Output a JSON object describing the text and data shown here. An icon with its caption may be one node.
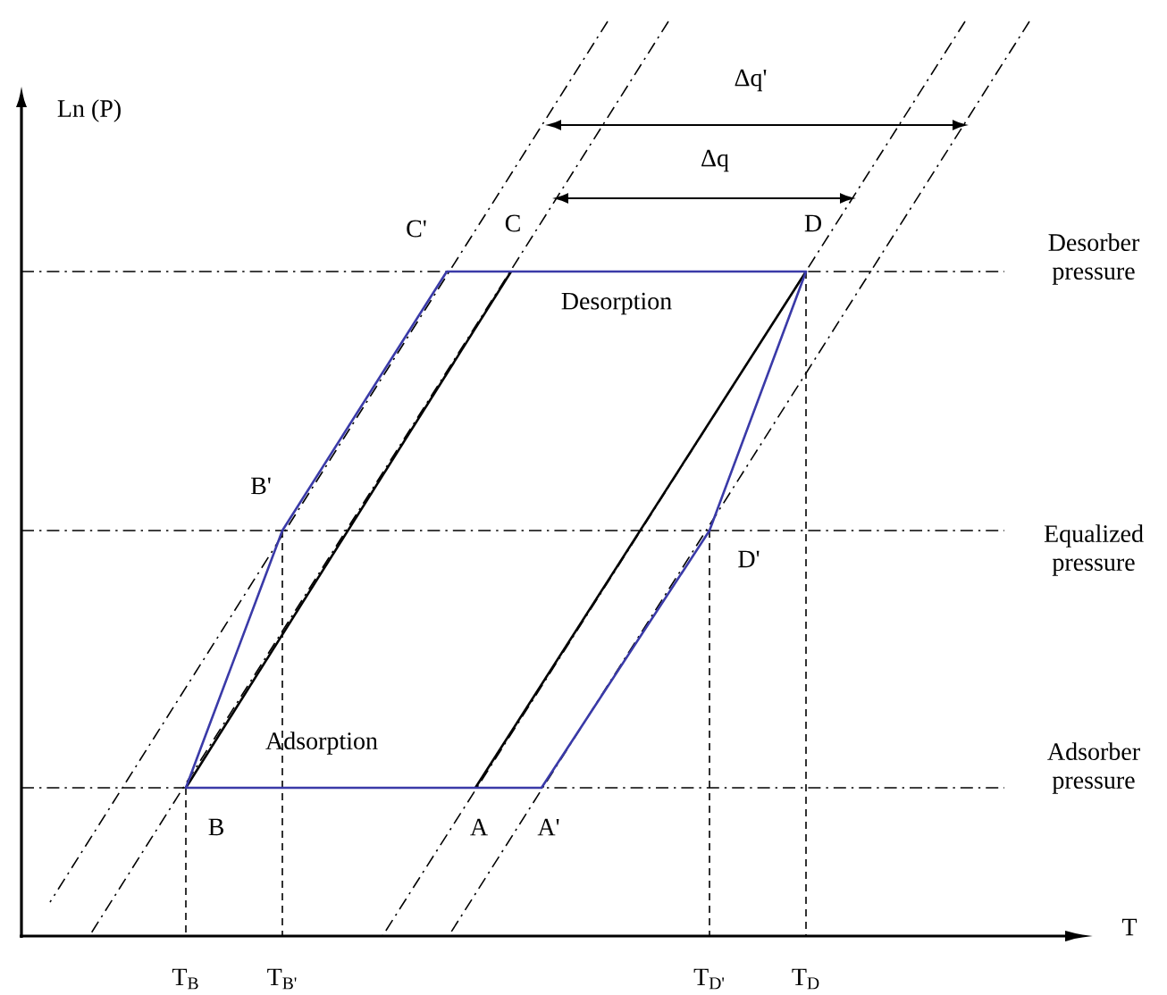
{
  "diagram": {
    "labels": [
      "Ln (P)",
      "Δq'",
      "Δq",
      "C'",
      "C",
      "D",
      "Desorber pressure",
      "Desorption",
      "B'",
      "Equalized pressure",
      "D'",
      "Adsorption",
      "Adsorber pressure",
      "B",
      "A",
      "A'",
      "T",
      "T$_{B}$",
      "T$_{B'}$",
      "T$_{D'}$",
      "T$_{D}$"
    ]
  }
}
